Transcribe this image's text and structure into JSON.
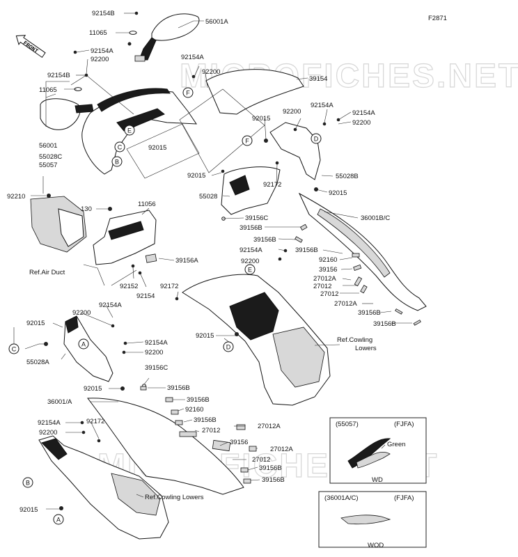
{
  "figure_code": "F2871",
  "front_arrow": "FRONT",
  "watermark": "MICROFICHES.NET",
  "labels": {
    "p92154B_a": "92154B",
    "p11065_a": "11065",
    "p56001A": "56001A",
    "p92154A_a": "92154A",
    "p92200_a": "92200",
    "p92154B_b": "92154B",
    "p11065_b": "11065",
    "p56001": "56001",
    "p55028C": "55028C",
    "p55057": "55057",
    "p92154A_b": "92154A",
    "p92200_b": "92200",
    "p39154": "39154",
    "p92200_c": "92200",
    "p92154A_c": "92154A",
    "p92154A_d": "92154A",
    "p92200_d": "92200",
    "p92015_a": "92015",
    "p92015_b": "92015",
    "p92015_c": "92015",
    "p55028": "55028",
    "p92172_a": "92172",
    "p55028B": "55028B",
    "p92015_d": "92015",
    "p92210": "92210",
    "p130": "130",
    "p11056": "11056",
    "p39156C_a": "39156C",
    "p39156B_a": "39156B",
    "p39156B_b": "39156B",
    "p36001BC": "36001B/C",
    "p92154A_e": "92154A",
    "p92200_e": "92200",
    "p39156B_c": "39156B",
    "p92160_a": "92160",
    "p39156_a": "39156",
    "p27012A_a": "27012A",
    "p27012_a": "27012",
    "p27012_b": "27012",
    "p27012A_b": "27012A",
    "p39156B_d": "39156B",
    "p39156B_e": "39156B",
    "p39156A": "39156A",
    "ref_air_duct": "Ref.Air Duct",
    "p92152": "92152",
    "p92154": "92154",
    "p92172_b": "92172",
    "p92015_e": "92015",
    "p92200_f": "92200",
    "p92154A_f": "92154A",
    "p92015_f": "92015",
    "p55028A": "55028A",
    "p92154A_g": "92154A",
    "p92200_g": "92200",
    "ref_cowling_lowers_a": "Ref.Cowling\nLowers",
    "p92015_g": "92015",
    "p39156C_b": "39156C",
    "p39156B_f": "39156B",
    "p36001A": "36001/A",
    "p39156B_g": "39156B",
    "p92160_b": "92160",
    "p39156B_h": "39156B",
    "p27012_c": "27012",
    "p92154A_h": "92154A",
    "p92172_c": "92172",
    "p92200_h": "92200",
    "p27012A_c": "27012A",
    "p39156_b": "39156",
    "p27012A_d": "27012A",
    "p27012_d": "27012",
    "p39156B_i": "39156B",
    "p39156B_j": "39156B",
    "ref_cowling_lowers_b": "Ref.Cowling Lowers",
    "p92015_h": "92015"
  },
  "callouts": [
    "F",
    "E",
    "C",
    "B",
    "F",
    "D",
    "E",
    "D",
    "C",
    "A",
    "B",
    "A"
  ],
  "inset_wd": {
    "part": "(55057)",
    "code": "(FJFA)",
    "color_label": "Green",
    "caption": "WD"
  },
  "inset_wod": {
    "part": "(36001A/C)",
    "code": "(FJFA)",
    "caption": "WOD"
  }
}
